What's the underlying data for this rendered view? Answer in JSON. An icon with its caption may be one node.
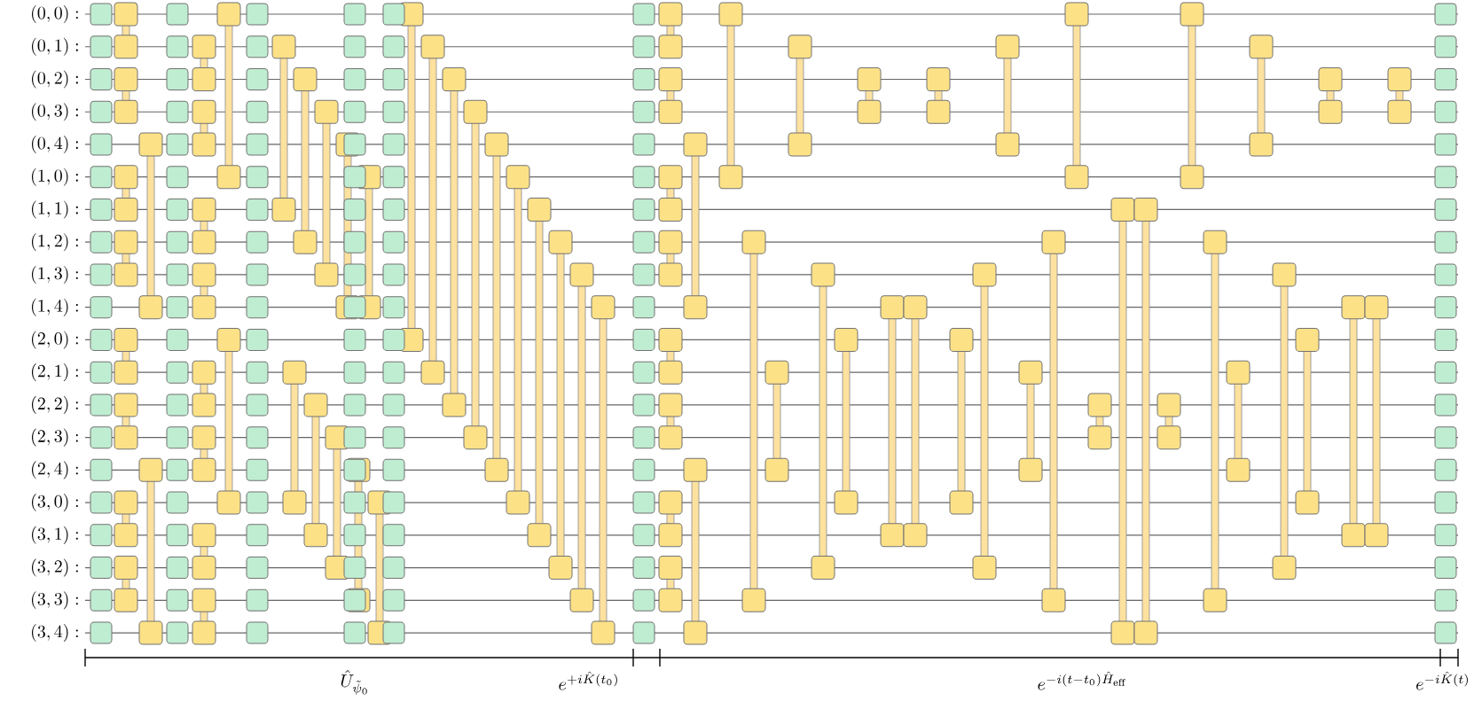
{
  "diagram": {
    "labels": [
      "(0,0):",
      "(0,1):",
      "(0,2):",
      "(0,3):",
      "(0,4):",
      "(1,0):",
      "(1,1):",
      "(1,2):",
      "(1,3):",
      "(1,4):",
      "(2,0):",
      "(2,1):",
      "(2,2):",
      "(2,3):",
      "(2,4):",
      "(3,0):",
      "(3,1):",
      "(3,2):",
      "(3,3):",
      "(3,4):",
      "\\hat{U}_{\\tilde{\\psi}_0}",
      "e^{+i\\hat{K}(t_0)}",
      "e^{-i(t-t_0)\\hat{H}_{\\mathrm{eff}}}",
      "e^{-i\\hat{K}(t)}"
    ]
  }
}
